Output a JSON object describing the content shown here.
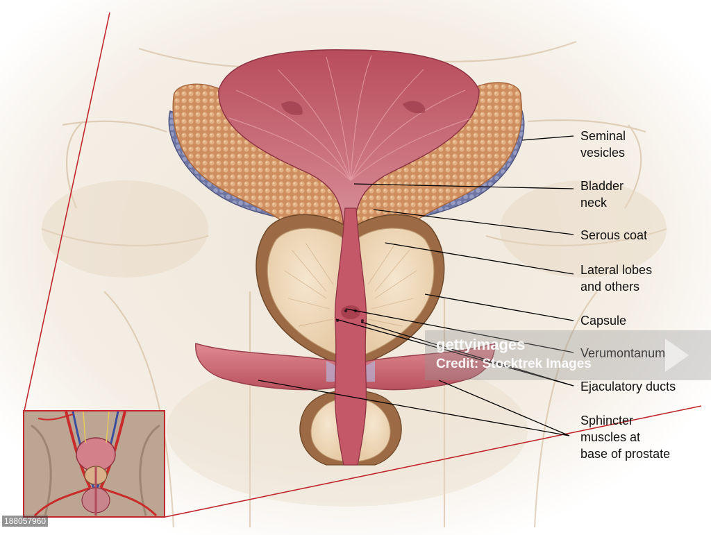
{
  "labels": {
    "seminal_vesicles": "Seminal\nvesicles",
    "bladder_neck": "Bladder\nneck",
    "serous_coat": "Serous coat",
    "lateral_lobes": "Lateral lobes\nand others",
    "capsule": "Capsule",
    "verumontanum": "Verumontanum",
    "ejaculatory_ducts": "Ejaculatory ducts",
    "sphincter_muscles": "Sphincter\nmuscles at\nbase of prostate"
  },
  "watermark": {
    "line1": "gettyimages",
    "line2": "Credit: Stocktrek Images"
  },
  "image_id": "188057960",
  "colors": {
    "bladder": "#b5505e",
    "bladder_highlight": "#d98a93",
    "fat": "#d99a6a",
    "vesicle": "#7f86b0",
    "prostate_lobe": "#f0dcc3",
    "capsule": "#9a6a44",
    "urethra": "#c75b6a",
    "muscle": "#d06a74",
    "background_tissue": "#ede3d4",
    "inset_border": "#c0262c"
  }
}
